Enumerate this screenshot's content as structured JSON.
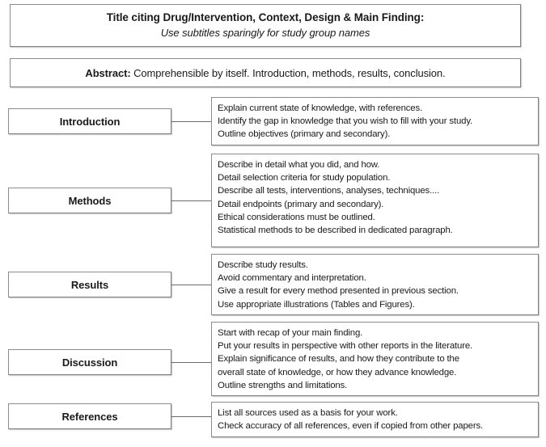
{
  "header": {
    "title_line_1": "Title citing Drug/Intervention, Context, Design & Main Finding:",
    "title_line_2": "Use subtitles sparingly for study group names",
    "abstract_label": "Abstract:",
    "abstract_body": "Comprehensible by itself. Introduction, methods, results, conclusion."
  },
  "sections": [
    {
      "key": "introduction",
      "label": "Introduction",
      "lines": [
        "Explain current state of knowledge, with references.",
        "Identify the gap in knowledge that you wish to fill with your study.",
        "Outline objectives (primary and secondary)."
      ]
    },
    {
      "key": "methods",
      "label": "Methods",
      "lines": [
        "Describe in detail what you did, and how.",
        "Detail selection criteria for study population.",
        "Describe all tests, interventions, analyses, techniques....",
        "Detail endpoints (primary and secondary).",
        "Ethical considerations must be outlined.",
        "Statistical methods to be described in dedicated paragraph."
      ]
    },
    {
      "key": "results",
      "label": "Results",
      "lines": [
        "Describe study results.",
        "Avoid commentary and interpretation.",
        "Give a result for every method presented in previous section.",
        "Use appropriate illustrations (Tables and Figures)."
      ]
    },
    {
      "key": "discussion",
      "label": "Discussion",
      "lines": [
        "Start with recap of your main finding.",
        "Put your results in perspective with other reports in the literature.",
        "Explain significance of results, and how they contribute to the",
        "overall state of knowledge, or how they advance knowledge.",
        "Outline strengths and limitations."
      ]
    },
    {
      "key": "references",
      "label": "References",
      "lines": [
        "List all sources used as a basis for your work.",
        "Check accuracy of all references, even if copied from other papers."
      ]
    }
  ],
  "colors": {
    "border": "#7f7f7f",
    "connector": "#6b6b6b",
    "text": "#1a1a1a",
    "background": "#ffffff"
  }
}
